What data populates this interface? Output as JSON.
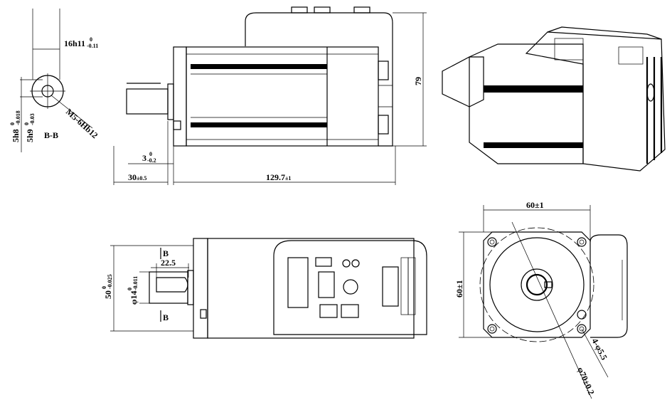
{
  "section_view": {
    "label": "B-B",
    "key_width": "16h11",
    "key_width_tol_upper": "0",
    "key_width_tol_lower": "-0.11",
    "dim_a": "5h8",
    "dim_a_tol_upper": "0",
    "dim_a_tol_lower": "-0.018",
    "dim_b": "5h9",
    "dim_b_tol_upper": "0",
    "dim_b_tol_lower": "-0.03",
    "thread": "M5-6Hb12"
  },
  "side_view": {
    "height": "79",
    "flange_step": "3",
    "flange_step_tol_upper": "0",
    "flange_step_tol_lower": "-0.2",
    "shaft_length": "30",
    "shaft_length_tol": "±0.5",
    "body_length": "129.7",
    "body_length_tol": "±1"
  },
  "top_view": {
    "section_mark_top": "B",
    "section_mark_bottom": "B",
    "key_length": "22.5",
    "shaft_dia": "φ14",
    "shaft_dia_tol_upper": "0",
    "shaft_dia_tol_lower": "-0.011",
    "pilot_dia": "50",
    "pilot_dia_tol_upper": "0",
    "pilot_dia_tol_lower": "-0.025"
  },
  "front_view": {
    "width": "60±1",
    "height": "60±1",
    "holes": "4-φ5.5",
    "pcd": "φ70±0.2"
  }
}
